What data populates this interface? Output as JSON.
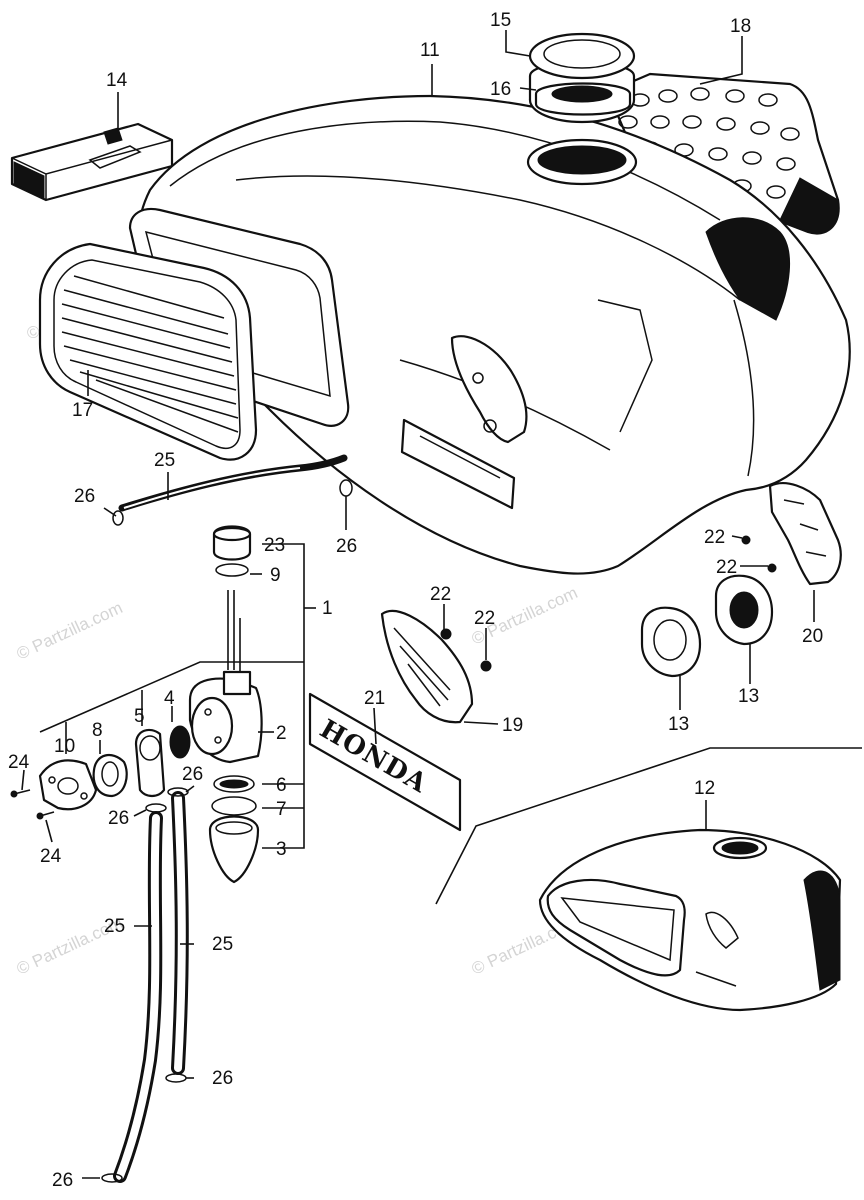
{
  "diagram": {
    "watermark": "© Partzilla.com",
    "emblem_text": "HONDA",
    "callouts": {
      "c1": "1",
      "c2": "2",
      "c3": "3",
      "c4": "4",
      "c5": "5",
      "c6": "6",
      "c7": "7",
      "c8": "8",
      "c9": "9",
      "c10": "10",
      "c11": "11",
      "c12": "12",
      "c13a": "13",
      "c13b": "13",
      "c14": "14",
      "c15": "15",
      "c16": "16",
      "c17": "17",
      "c18": "18",
      "c19": "19",
      "c20": "20",
      "c21": "21",
      "c22a": "22",
      "c22b": "22",
      "c22c": "22",
      "c22d": "22",
      "c23": "23",
      "c24a": "24",
      "c24b": "24",
      "c25a": "25",
      "c25b": "25",
      "c25c": "25",
      "c26a": "26",
      "c26b": "26",
      "c26c": "26",
      "c26d": "26",
      "c26e": "26",
      "c26f": "26"
    }
  }
}
